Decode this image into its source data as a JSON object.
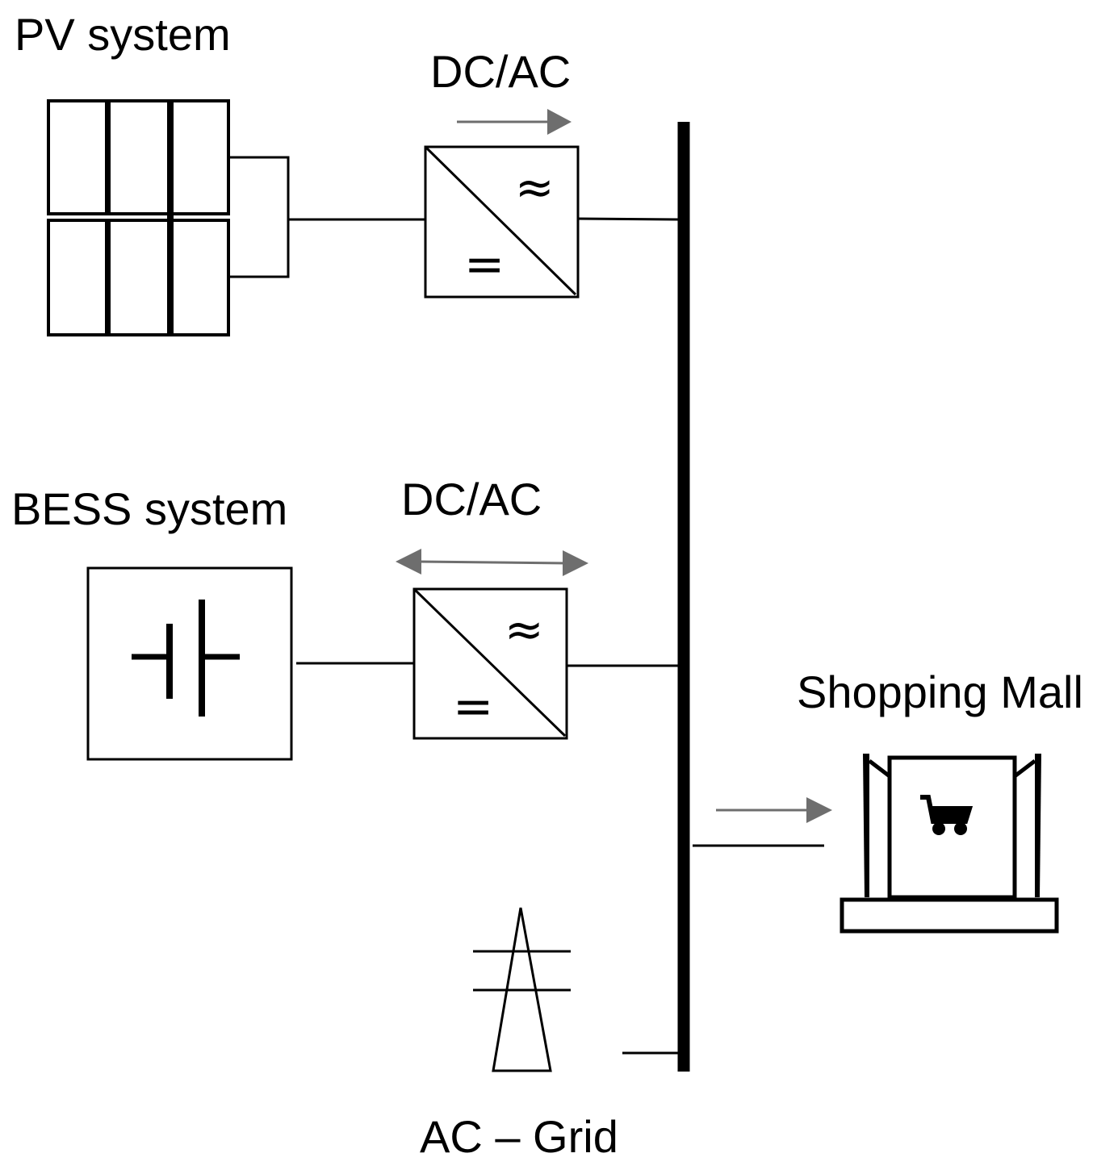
{
  "labels": {
    "pv_system": "PV system",
    "pv_converter": "DC/AC",
    "bess_system": "BESS system",
    "bess_converter": "DC/AC",
    "shopping_mall": "Shopping Mall",
    "ac_grid": "AC – Grid"
  },
  "converter_symbols": {
    "ac": "≈",
    "dc": "="
  },
  "colors": {
    "line": "#000000",
    "arrow": "#6e6e6e",
    "background": "#ffffff"
  },
  "icons": [
    "solar-panel-icon",
    "converter-icon",
    "battery-icon",
    "shopping-mall-icon",
    "shopping-cart-icon",
    "transmission-tower-icon"
  ]
}
